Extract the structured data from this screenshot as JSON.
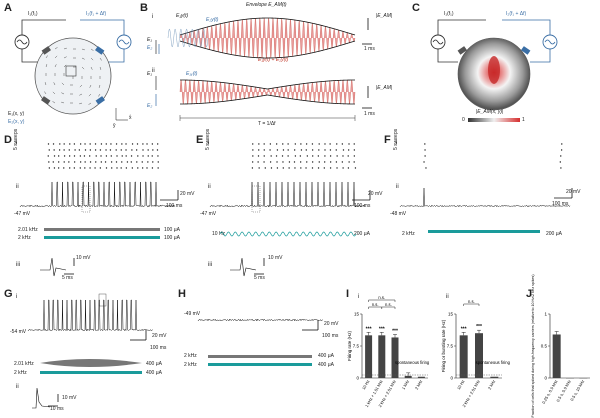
{
  "panels": {
    "A": "A",
    "B": "B",
    "C": "C",
    "D": "D",
    "E": "E",
    "F": "F",
    "G": "G",
    "H": "H",
    "I": "I",
    "J": "J"
  },
  "sub": {
    "i": "i",
    "ii": "ii",
    "iii": "iii"
  },
  "A": {
    "src1": "I₁(f₁)",
    "src2": "I₂(f₁ + Δf)",
    "e1": "E₁(x, y)",
    "e2": "E₂(x, y)",
    "x": "x̂",
    "y": "ŷ"
  },
  "B": {
    "envelope": "Envelope E_AM(t)",
    "e1y": "E₁y(t)",
    "e2y": "E₂y(t)",
    "sum": "E₁y(t) + E₂y(t)",
    "eam": "|E_AM|",
    "scale_i": "1 ms",
    "e1": "E₁",
    "e2": "E₂",
    "e1ii": "E₁",
    "e2ii": "E₂",
    "e1iiy": "E₁ᵧ(t)",
    "eam_ii": "|E_AM|",
    "scale_ii": "1 ms",
    "period": "T = 1/Δf"
  },
  "C": {
    "src1": "I₁(f₁)",
    "src2": "I₂(f₁ + Δf)",
    "cbar": "|E_AM(x, y)|",
    "cmin": "0",
    "cmax": "1"
  },
  "D": {
    "sweeps": "5 sweeps",
    "vm": "-47 mV",
    "sb_v": "20 mV",
    "sb_t": "100 ms",
    "f1": "2.01 kHz",
    "f2": "2 kHz",
    "i1": "100 μA",
    "i2": "100 μA",
    "sb_v3": "10 mV",
    "sb_t3": "5 ms"
  },
  "E": {
    "sweeps": "5 sweeps",
    "vm": "-47 mV",
    "sb_v": "20 mV",
    "sb_t": "100 ms",
    "f1": "10 Hz",
    "i1": "200 μA",
    "sb_v3": "10 mV",
    "sb_t3": "5 ms"
  },
  "F": {
    "sweeps": "5 sweeps",
    "vm": "-48 mV",
    "sb_v": "20 mV",
    "sb_t": "100 ms",
    "f1": "2 kHz",
    "i1": "200 μA"
  },
  "G": {
    "vm": "-54 mV",
    "sb_v": "20 mV",
    "sb_t": "100 ms",
    "f1": "2.01 kHz",
    "f2": "2 kHz",
    "i1": "400 μA",
    "i2": "400 μA",
    "sb_v2": "10 mV",
    "sb_t2": "10 ms"
  },
  "H": {
    "vm": "-49 mV",
    "sb_v": "20 mV",
    "sb_t": "100 ms",
    "f1": "2 kHz",
    "f2": "2 kHz",
    "i1": "400 μA",
    "i2": "400 μA"
  },
  "I": {
    "ns1": "n.s.",
    "ns2": "n.s.",
    "ns3": "n.s.",
    "ns4": "n.s.",
    "ylabel_i": "Firing rate (Hz)",
    "ylabel_ii": "Firing or bursting rate (Hz)",
    "spont1": "spontaneous firing",
    "spont2": "spontaneous firing"
  },
  "J": {
    "ylabel": "Fraction of cells that spiked during high-frequency carriers (relative to 10 Hz/2 kHz spikes)"
  },
  "chart_data": [
    {
      "type": "bar",
      "panel": "I.i",
      "categories": [
        "10 Hz",
        "1 kHz + 1.01 kHz",
        "2 kHz + 2.01 kHz",
        "1 kHz",
        "2 kHz"
      ],
      "values": [
        10,
        10,
        9.5,
        0.5,
        0.3
      ],
      "significance": [
        "***",
        "***",
        "***",
        "",
        ""
      ],
      "ylabel": "Firing rate (Hz)",
      "ylim": [
        0,
        15
      ]
    },
    {
      "type": "bar",
      "panel": "I.ii",
      "categories": [
        "10 Hz",
        "2 kHz + 2.01 kHz",
        "2 kHz"
      ],
      "values": [
        10,
        10.5,
        0.3
      ],
      "significance": [
        "***",
        "***",
        ""
      ],
      "ylabel": "Firing or bursting rate (Hz)",
      "ylim": [
        0,
        15
      ]
    },
    {
      "type": "bar",
      "panel": "J",
      "categories": [
        "0.25 s, 0.9 kHz",
        "0.5 s, 0.9 kHz",
        "0.5 s, 10 kHz"
      ],
      "values": [
        0.68,
        0.0,
        0.0
      ],
      "ylim": [
        0,
        1
      ]
    }
  ]
}
